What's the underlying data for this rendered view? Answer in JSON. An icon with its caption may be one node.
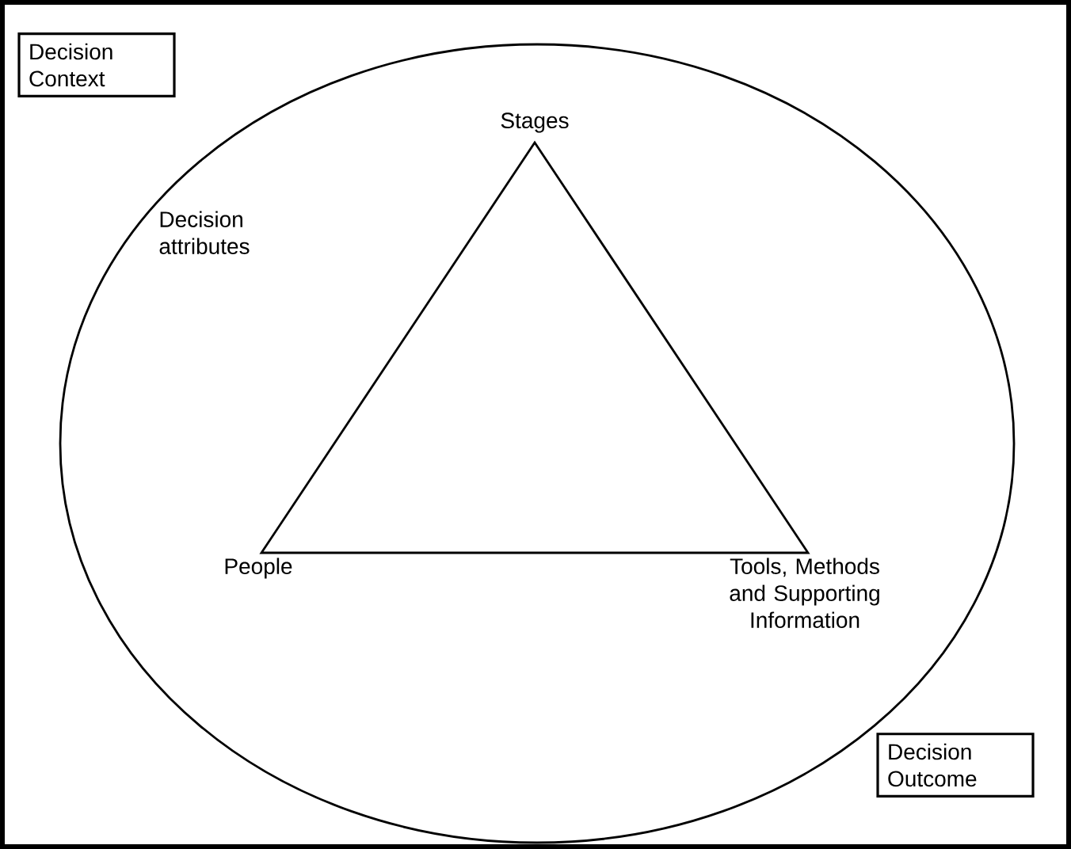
{
  "diagram": {
    "nodes": [
      {
        "text": [
          "Decision Context"
        ]
      },
      {
        "text": [
          "Decision attributes"
        ]
      },
      {
        "text": [],
        "shape": "triangle",
        "in": 1
      },
      {
        "text": [
          "Decision Outcome"
        ]
      }
    ],
    "edges": [],
    "labels": [
      "Stages",
      "People",
      "Tools, Methods and Supporting Information"
    ]
  }
}
